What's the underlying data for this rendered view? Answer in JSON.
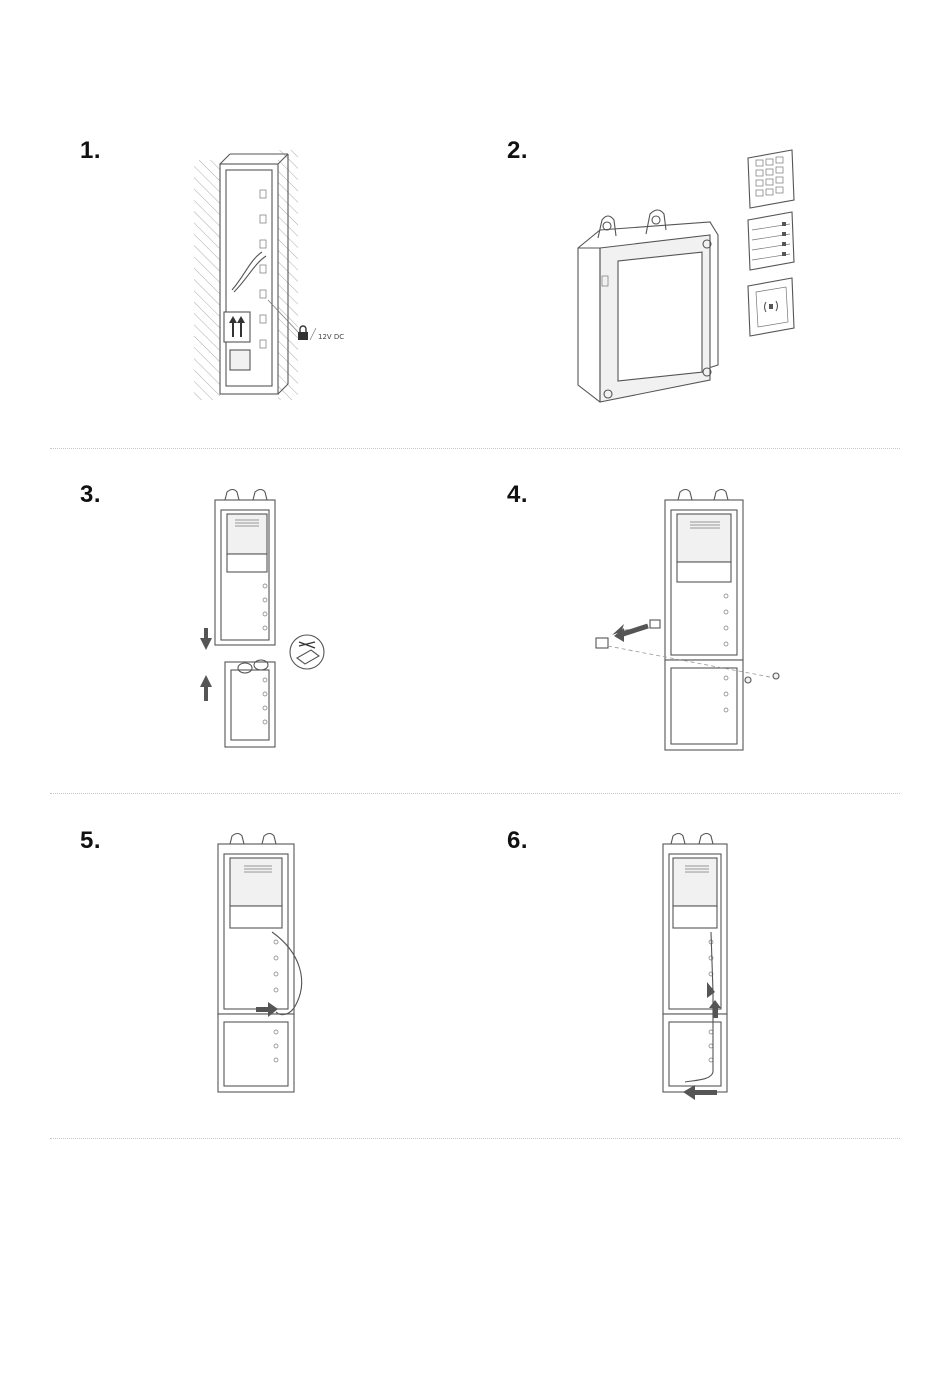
{
  "steps": [
    {
      "number": "1.",
      "label": "12V DC"
    },
    {
      "number": "2."
    },
    {
      "number": "3."
    },
    {
      "number": "4."
    },
    {
      "number": "5."
    },
    {
      "number": "6."
    }
  ]
}
